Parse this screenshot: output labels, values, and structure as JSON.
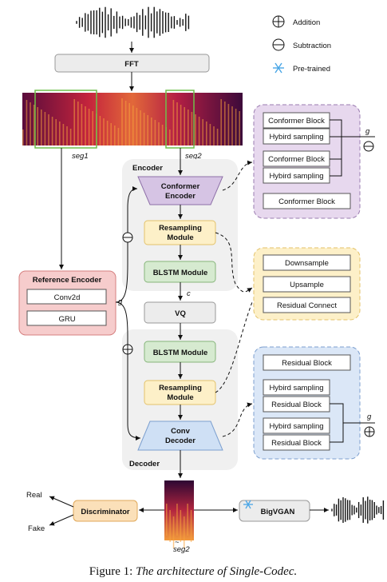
{
  "legend": {
    "addition": "Addition",
    "subtraction": "Subtraction",
    "pretrained": "Pre-trained"
  },
  "blocks": {
    "fft": "FFT",
    "seg1": "seg1",
    "seg2": "seg2",
    "encoder_label": "Encoder",
    "decoder_label": "Decoder",
    "conformer_encoder_1": "Conformer",
    "conformer_encoder_2": "Encoder",
    "resampling_1": "Resampling",
    "resampling_2": "Module",
    "blstm": "BLSTM Module",
    "vq": "VQ",
    "c_label": "c",
    "g_label": "g",
    "conv_decoder_1": "Conv",
    "conv_decoder_2": "Decoder",
    "reference_encoder": "Reference Encoder",
    "conv2d": "Conv2d",
    "gru": "GRU",
    "discriminator": "Discriminator",
    "real": "Real",
    "fake": "Fake",
    "bigvgan": "BigVGAN",
    "seg2_hat": "seg2"
  },
  "conformer_detail": {
    "items": [
      "Conformer Block",
      "Hybird sampling",
      "Conformer Block",
      "Hybird sampling",
      "Conformer Block"
    ],
    "g": "g"
  },
  "resampling_detail": {
    "items": [
      "Downsample",
      "Upsample",
      "Residual Connect"
    ]
  },
  "decoder_detail": {
    "items": [
      "Residual Block",
      "Hybird sampling",
      "Residual Block",
      "Hybird sampling",
      "Residual Block"
    ],
    "g": "g"
  },
  "caption": {
    "prefix": "Figure 1: ",
    "title": "The architecture of Single-Codec."
  },
  "colors": {
    "purple_fill": "#e7d8ee",
    "purple_border": "#9a7bb0",
    "yellow_fill": "#fdf0c8",
    "yellow_border": "#e3c26a",
    "blue_fill": "#dbe7f7",
    "blue_border": "#7c9fcf",
    "green_fill": "#d6ead0",
    "green_border": "#86b57a",
    "pink_fill": "#f6cccc",
    "pink_border": "#d57f7f",
    "orange_fill": "#fbe0b9",
    "orange_border": "#e0a95a",
    "gray_fill": "#ececec",
    "snow": "#4aa6e6"
  }
}
